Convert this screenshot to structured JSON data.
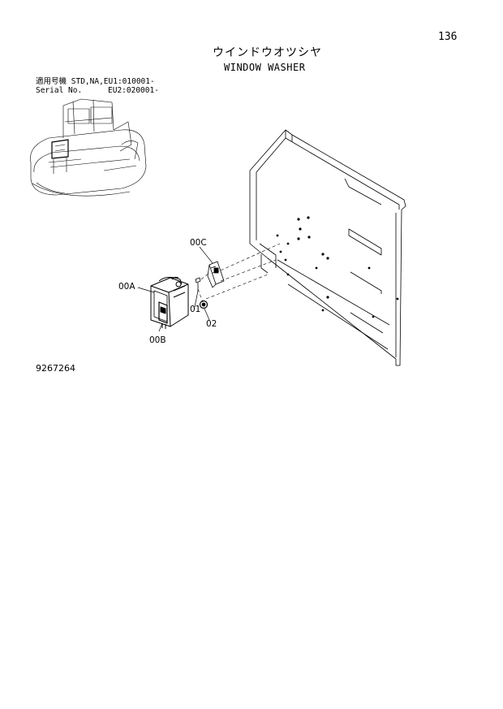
{
  "page": {
    "number": "136",
    "title_jp": "ウインドウオツシヤ",
    "title_en": "WINDOW WASHER"
  },
  "applicability": {
    "label_jp": "適用号機",
    "models": "STD,NA,EU1:010001-",
    "serial_label": "Serial No.",
    "eu2": "EU2:020001-"
  },
  "drawing_number": "9267264",
  "callouts": [
    "00A",
    "00B",
    "00C",
    "01",
    "02"
  ]
}
